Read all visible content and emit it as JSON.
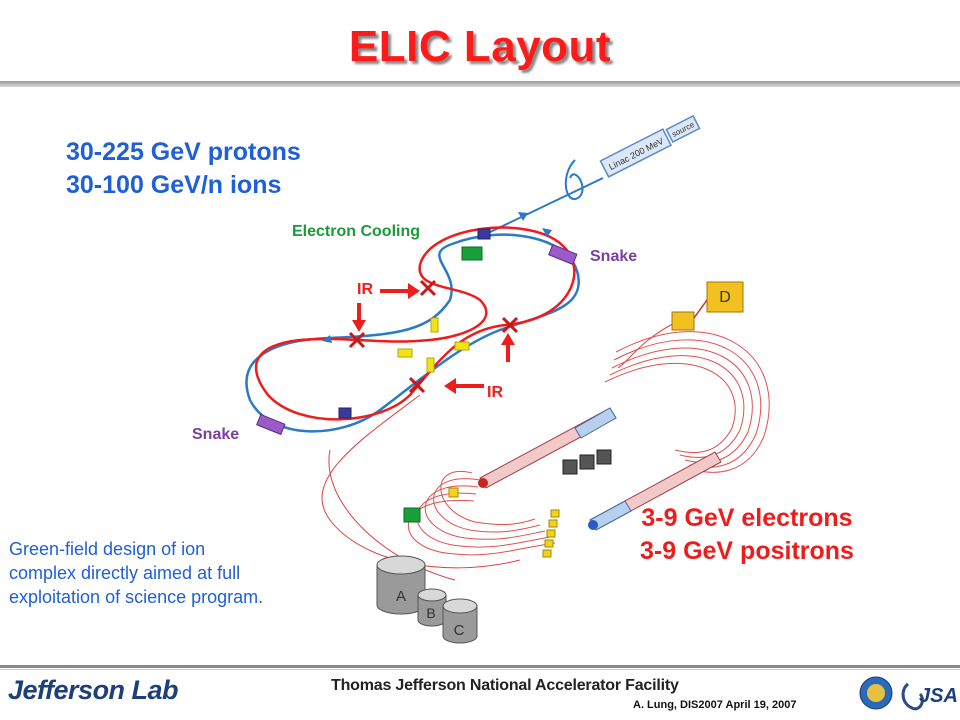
{
  "title": "ELIC Layout",
  "protons": {
    "line1": "30-225 GeV protons",
    "line2": "30-100 GeV/n ions"
  },
  "electrons": {
    "line1": "3-9 GeV electrons",
    "line2": "3-9 GeV positrons"
  },
  "note": {
    "line1": "Green-field design of ion",
    "line2": "complex directly aimed at full",
    "line3": "exploitation of science program."
  },
  "diagram": {
    "electron_cooling": "Electron Cooling",
    "snake_top": "Snake",
    "snake_bottom": "Snake",
    "ir_top": "IR",
    "ir_bottom": "IR",
    "linac": "Linac 200 MeV",
    "source": "source",
    "dump": "D",
    "booster_a": "A",
    "booster_b": "B",
    "booster_c": "C"
  },
  "footer": {
    "lab_name": "Jefferson Lab",
    "facility": "Thomas Jefferson National Accelerator Facility",
    "credit": "A. Lung, DIS2007 April 19, 2007",
    "jsa": "JSA"
  },
  "colors": {
    "title": "#ff1a1a",
    "blue": "#1f5fd8",
    "red": "#ee1c1c",
    "green": "#1a9a3a",
    "purple": "#7a3fa0"
  }
}
